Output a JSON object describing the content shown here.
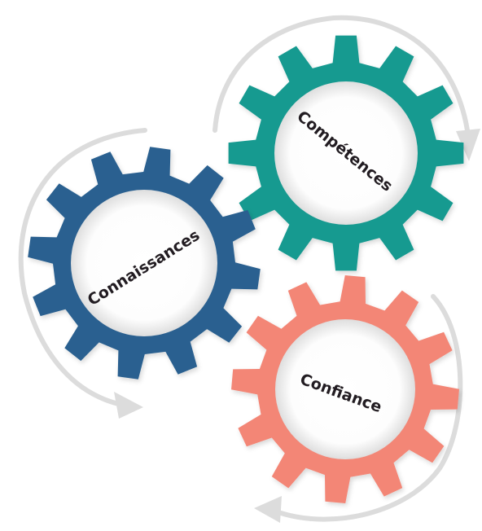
{
  "gears": [
    {
      "id": "connaissances",
      "label": "Connaissances",
      "color": "#2a6190"
    },
    {
      "id": "competences",
      "label": "Compétences",
      "color": "#169a90"
    },
    {
      "id": "confiance",
      "label": "Confiance",
      "color": "#f38676"
    }
  ],
  "colors": {
    "arrow": "#dcdcdc",
    "hub": "#ffffff",
    "text": "#231f20"
  }
}
